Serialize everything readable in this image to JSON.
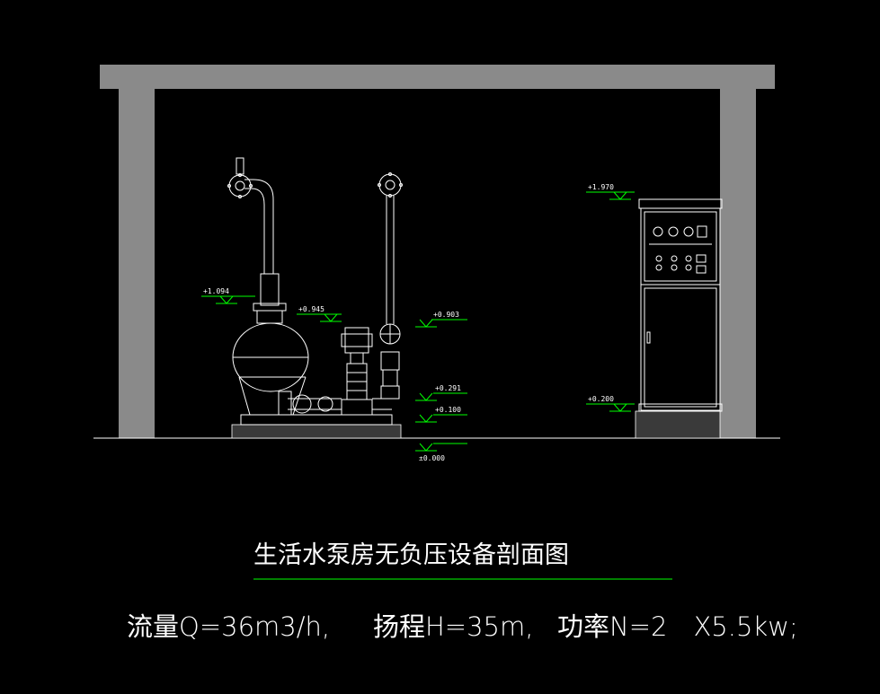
{
  "colors": {
    "background": "#000000",
    "structure": "#8a8a8a",
    "line": "#ffffff",
    "elevation_line": "#00ff00",
    "title_underline": "#00ff00"
  },
  "elevations": {
    "tank_top": "+1.094",
    "pump_top": "+0.945",
    "outlet_pipe": "+0.903",
    "valve": "+0.291",
    "base": "+0.100",
    "floor": "±0.000",
    "cabinet_top": "+1.970",
    "cabinet_base": "+0.200"
  },
  "title": "生活水泵房无负压设备剖面图",
  "specs": {
    "flow": "流量Q=36m3/h,",
    "head": "扬程H=35m,",
    "power": "功率N=2　X5.5kw;"
  }
}
